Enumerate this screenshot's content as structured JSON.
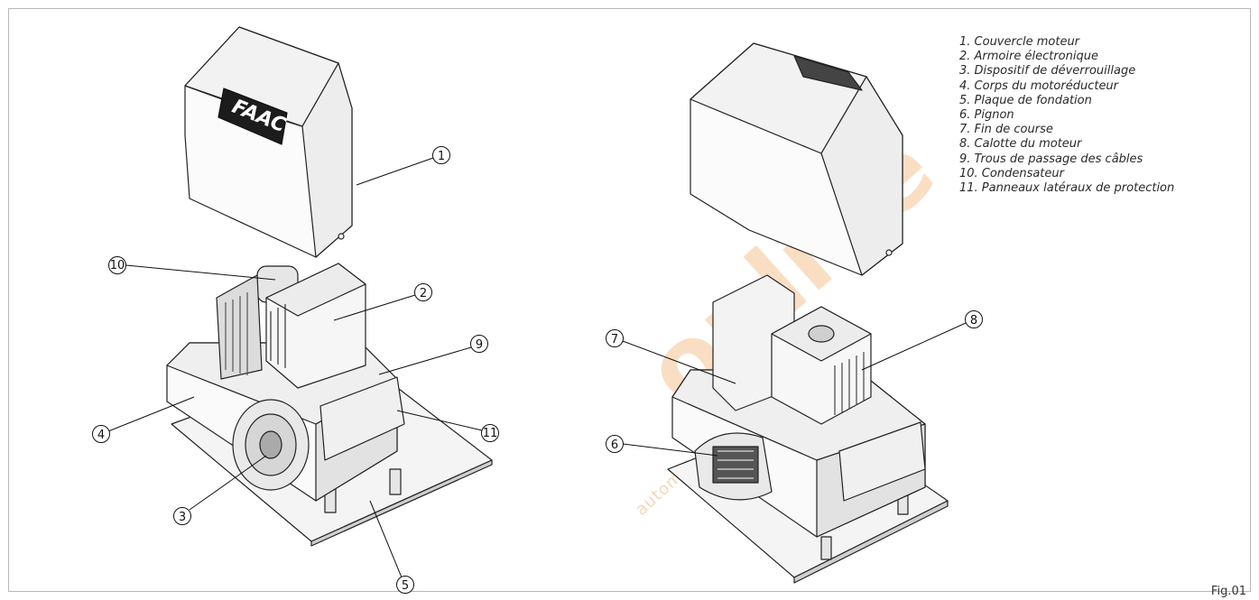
{
  "legend": [
    "1. Couvercle moteur",
    "2. Armoire électronique",
    "3. Dispositif de déverrouillage",
    "4. Corps du motoréducteur",
    "5. Plaque de fondation",
    "6. Pignon",
    "7. Fin de course",
    "8. Calotte du moteur",
    "9. Trous de passage des câbles",
    "10. Condensateur",
    "11. Panneaux latéraux de protection"
  ],
  "callouts": {
    "c1": "1",
    "c2": "2",
    "c3": "3",
    "c4": "4",
    "c5": "5",
    "c6": "6",
    "c7": "7",
    "c8": "8",
    "c9": "9",
    "c10": "10",
    "c11": "11"
  },
  "cover_logo": "FAAC",
  "watermark": {
    "brand": "online",
    "tagline": "automatismi per scorrevoli"
  },
  "figure_label": "Fig.01"
}
